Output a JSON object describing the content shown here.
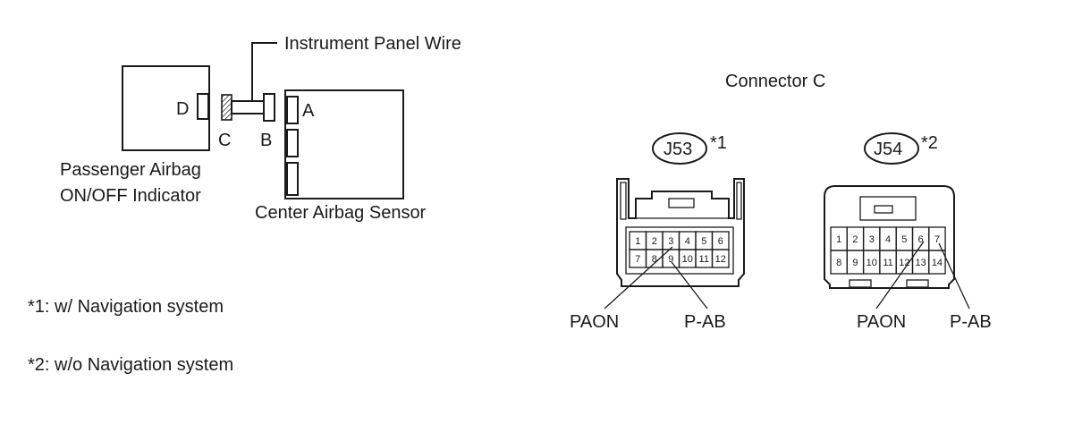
{
  "wiring": {
    "wire_label": "Instrument Panel Wire",
    "pin_d": "D",
    "pin_c": "C",
    "pin_b": "B",
    "pin_a": "A",
    "indicator_line1": "Passenger Airbag",
    "indicator_line2": "ON/OFF Indicator",
    "sensor_label": "Center Airbag Sensor"
  },
  "notes": {
    "note1": "*1: w/ Navigation system",
    "note2": "*2: w/o Navigation system"
  },
  "connector": {
    "title": "Connector C",
    "j53": {
      "code": "J53",
      "mark": "*1",
      "top_pins": [
        "1",
        "2",
        "3",
        "4",
        "5",
        "6"
      ],
      "bottom_pins": [
        "7",
        "8",
        "9",
        "10",
        "11",
        "12"
      ],
      "label_left": "PAON",
      "label_right": "P-AB"
    },
    "j54": {
      "code": "J54",
      "mark": "*2",
      "top_pins": [
        "1",
        "2",
        "3",
        "4",
        "5",
        "6",
        "7"
      ],
      "bottom_pins": [
        "8",
        "9",
        "10",
        "11",
        "12",
        "13",
        "14"
      ],
      "label_left": "PAON",
      "label_right": "P-AB"
    }
  }
}
